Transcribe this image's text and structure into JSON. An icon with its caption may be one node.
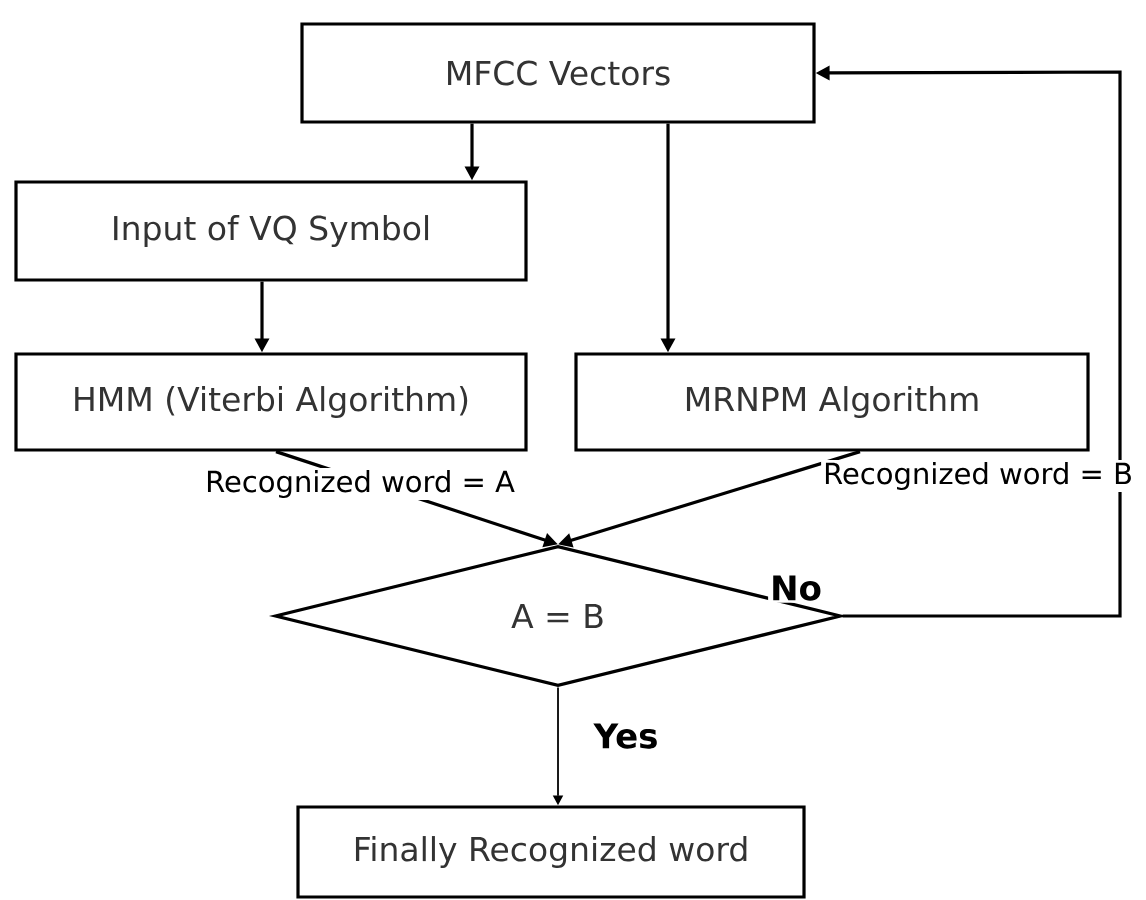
{
  "diagram": {
    "nodes": [
      {
        "text": [
          "MFCC Vectors"
        ]
      },
      {
        "text": [
          "Input of VQ Symbol"
        ]
      },
      {
        "text": [
          "HMM (Viterbi Algorithm)"
        ]
      },
      {
        "text": [
          "MRNPM Algorithm"
        ]
      },
      {
        "text": [
          "A = B"
        ]
      },
      {
        "text": [
          "Finally Recognized word"
        ]
      }
    ],
    "edges": [
      {
        "from": 0,
        "to": 1,
        "arrow": "to"
      },
      {
        "from": 1,
        "to": 2,
        "arrow": "to"
      },
      {
        "from": 0,
        "to": 3,
        "arrow": "to"
      },
      {
        "from": 2,
        "to": 4,
        "arrow": "to",
        "label": "Recognized word = A"
      },
      {
        "from": 3,
        "to": 4,
        "arrow": "to",
        "label": "Recognized word = B"
      },
      {
        "from": 4,
        "to": 0,
        "arrow": "to",
        "label": "No"
      },
      {
        "from": 4,
        "to": 5,
        "arrow": "to",
        "label": "Yes"
      }
    ]
  }
}
